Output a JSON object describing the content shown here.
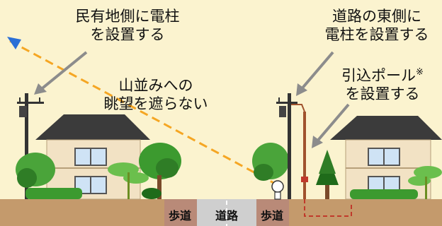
{
  "colors": {
    "background": "#fbf3cf",
    "ground": "#c49a6c",
    "road": "#c9c9c9",
    "sidewalk": "#8a4a3a",
    "view_line": "#f5a623",
    "pole": "#333333",
    "pole_new": "#a0522d",
    "conduit": "#c0392b",
    "roof": "#3b3b3b",
    "wall": "#f2e2c4",
    "tree": "#3c9a2f",
    "tree_dark": "#1f6b1a",
    "arrow": "#8c8c8c"
  },
  "labels": {
    "left_pole_line1": "民有地側に電柱",
    "left_pole_line2": "を設置する",
    "view_line1": "山並みへの",
    "view_line2": "眺望を遮らない",
    "east_pole_line1": "道路の東側に",
    "east_pole_line2": "電柱を設置する",
    "service_pole_line1": "引込ポール",
    "service_pole_mark": "※",
    "service_pole_line2": "を設置する",
    "sidewalk_left": "歩道",
    "road": "道路",
    "sidewalk_right": "歩道"
  }
}
